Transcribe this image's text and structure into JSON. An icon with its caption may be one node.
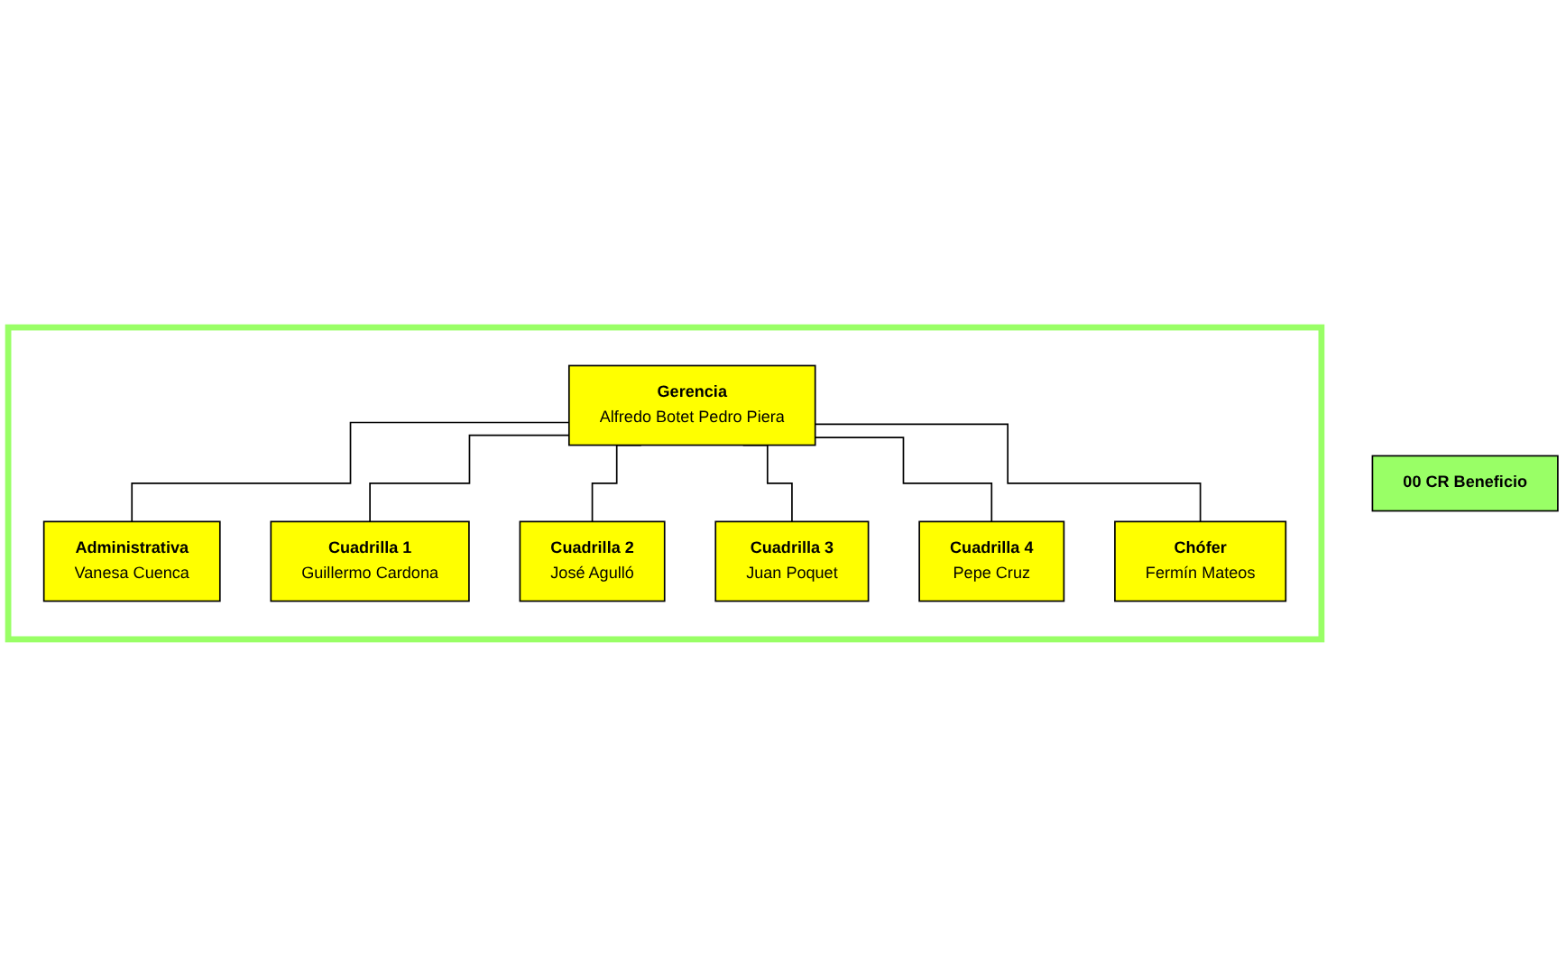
{
  "diagram": {
    "nodes": [
      {
        "text": [],
        "shape": "box"
      },
      {
        "text": [
          "Gerencia",
          "Alfredo Botet Pedro Piera"
        ],
        "in": 0
      },
      {
        "text": [
          "Administrativa",
          "Vanesa Cuenca"
        ],
        "in": 0
      },
      {
        "text": [
          "Cuadrilla 1",
          "Guillermo Cardona"
        ],
        "in": 0
      },
      {
        "text": [
          "Cuadrilla 2",
          "José Agulló"
        ],
        "in": 0
      },
      {
        "text": [
          "Cuadrilla 3",
          "Juan Poquet"
        ],
        "in": 0
      },
      {
        "text": [
          "Cuadrilla 4",
          "Pepe Cruz"
        ],
        "in": 0
      },
      {
        "text": [
          "Chófer",
          "Fermín Mateos"
        ],
        "in": 0
      },
      {
        "text": [
          "00 CR Beneficio"
        ]
      }
    ],
    "edges": [
      {
        "from": 1,
        "to": 2,
        "arrow": "none"
      },
      {
        "from": 1,
        "to": 3,
        "arrow": "none"
      },
      {
        "from": 1,
        "to": 4,
        "arrow": "none"
      },
      {
        "from": 1,
        "to": 5,
        "arrow": "none"
      },
      {
        "from": 1,
        "to": 6,
        "arrow": "none"
      },
      {
        "from": 1,
        "to": 7,
        "arrow": "none"
      }
    ]
  }
}
